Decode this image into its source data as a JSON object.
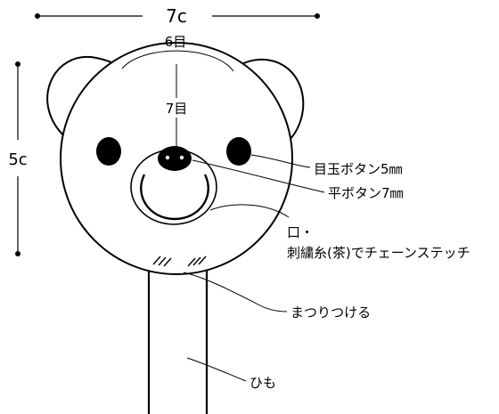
{
  "dimensions": {
    "width_label": "7c",
    "height_label": "5c",
    "stitches_around_label": "6目",
    "stitches_vertical_label": "7目"
  },
  "callouts": {
    "eyes": "目玉ボタン5㎜",
    "nose": "平ボタン7㎜",
    "mouth_line1": "口・",
    "mouth_line2": "刺繍糸(茶)でチェーンステッチ",
    "sew": "まつりつける",
    "string": "ひも"
  },
  "colors": {
    "line": "#000000",
    "background": "#ffffff",
    "nose_highlight": "#ffffff"
  }
}
